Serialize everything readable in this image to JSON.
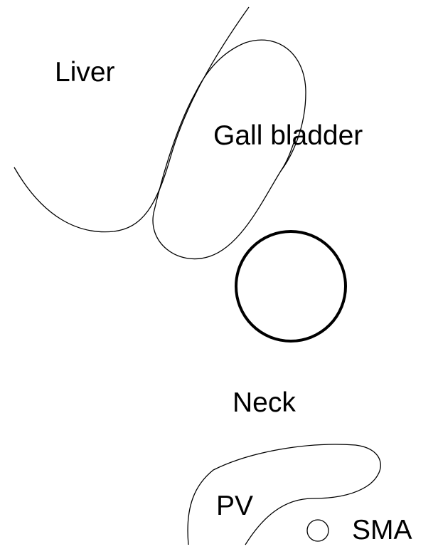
{
  "labels": {
    "liver": "Liver",
    "gall_bladder": "Gall bladder",
    "neck": "Neck",
    "pv": "PV",
    "sma": "SMA"
  },
  "colors": {
    "stroke": "#000000",
    "background": "#ffffff"
  }
}
